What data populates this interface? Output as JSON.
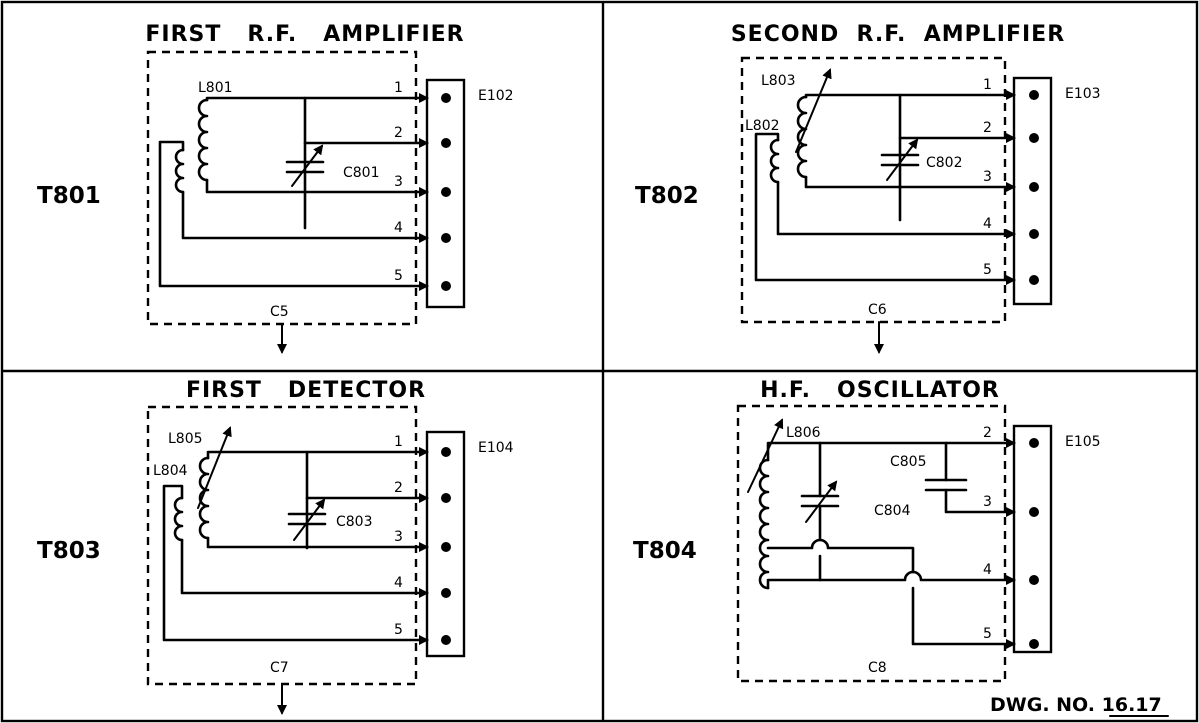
{
  "drawing_number": "DWG. NO. 16.17",
  "panels": [
    {
      "id": "p1",
      "title": "FIRST   R.F.   AMPLIFIER",
      "transformer": "T801",
      "terminal_strip": "E102",
      "can": "C5",
      "primary_coil": "",
      "secondary_coil": "L801",
      "capacitor": "C801",
      "pins": [
        "1",
        "2",
        "3",
        "4",
        "5"
      ]
    },
    {
      "id": "p2",
      "title": "SECOND  R.F.  AMPLIFIER",
      "transformer": "T802",
      "terminal_strip": "E103",
      "can": "C6",
      "primary_coil": "L802",
      "secondary_coil": "L803",
      "capacitor": "C802",
      "pins": [
        "1",
        "2",
        "3",
        "4",
        "5"
      ]
    },
    {
      "id": "p3",
      "title": "FIRST   DETECTOR",
      "transformer": "T803",
      "terminal_strip": "E104",
      "can": "C7",
      "primary_coil": "L804",
      "secondary_coil": "L805",
      "capacitor": "C803",
      "pins": [
        "1",
        "2",
        "3",
        "4",
        "5"
      ]
    },
    {
      "id": "p4",
      "title": "H.F.   OSCILLATOR",
      "transformer": "T804",
      "terminal_strip": "E105",
      "can": "C8",
      "coil": "L806",
      "tuning_capacitor": "C804",
      "fixed_capacitor": "C805",
      "pins": [
        "2",
        "3",
        "4",
        "5"
      ]
    }
  ]
}
